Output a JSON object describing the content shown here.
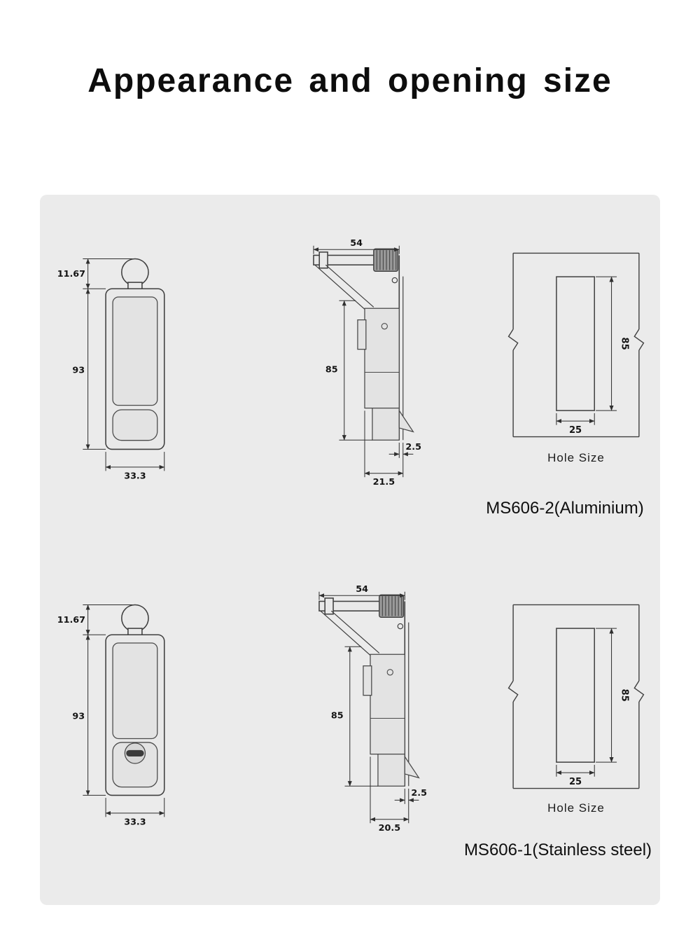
{
  "page": {
    "title": "Appearance and opening size"
  },
  "products": [
    {
      "name": "MS606-2(Aluminium)",
      "front": {
        "knob_height": "11.67",
        "body_height": "93",
        "width": "33.3"
      },
      "side": {
        "width": "54",
        "height": "85",
        "panel_offset": "2.5",
        "depth": "21.5"
      },
      "hole": {
        "height": "85",
        "width": "25",
        "caption": "Hole Size"
      }
    },
    {
      "name": "MS606-1(Stainless steel)",
      "front": {
        "knob_height": "11.67",
        "body_height": "93",
        "width": "33.3"
      },
      "side": {
        "width": "54",
        "height": "85",
        "panel_offset": "2.5",
        "depth": "20.5"
      },
      "hole": {
        "height": "85",
        "width": "25",
        "caption": "Hole Size"
      }
    }
  ],
  "colors": {
    "panel_bg": "#ebebeb",
    "line": "#3c3c3c",
    "text": "#111111"
  }
}
